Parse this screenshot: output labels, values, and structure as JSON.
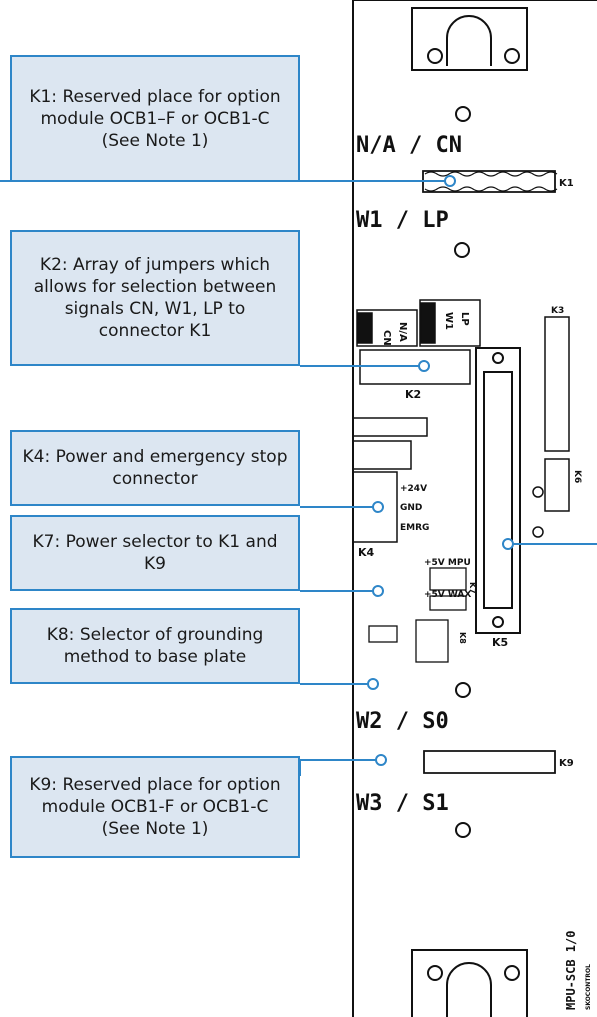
{
  "callouts": [
    {
      "id": "k1",
      "text": "K1: Reserved place for option module OCB1–F or OCB1-C (See Note 1)"
    },
    {
      "id": "k2",
      "text": "K2: Array of jumpers which allows for selection between signals CN, W1, LP to connector K1"
    },
    {
      "id": "k4",
      "text": "K4: Power and emergency stop connector"
    },
    {
      "id": "k7",
      "text": "K7: Power selector to K1 and K9"
    },
    {
      "id": "k8",
      "text": "K8: Selector of grounding method to base plate"
    },
    {
      "id": "k9",
      "text": "K9: Reserved place for option module OCB1-F or OCB1-C (See Note 1)"
    }
  ],
  "board": {
    "labels": {
      "na_cn": "N/A / CN",
      "w1_lp": "W1 / LP",
      "w2_s0": "W2 / S0",
      "w3_s1": "W3 / S1",
      "k1": "K1",
      "k2": "K2",
      "k3": "K3",
      "k4": "K4",
      "k5": "K5",
      "k6": "K6",
      "k7": "K7",
      "k8": "K8",
      "k9": "K9",
      "p24v": "+24V",
      "gnd": "GND",
      "emrg": "EMRG",
      "p5v_mpu": "+5V MPU",
      "p5v_wax": "+5V WAX",
      "jumper_cn": "CN",
      "jumper_na": "N/A",
      "jumper_w1": "W1",
      "jumper_lp": "LP",
      "board_id": "MPU-SCB 1/0",
      "brand": "SKOCONTROL"
    }
  },
  "colors": {
    "callout_fill": "#dce6f1",
    "callout_border": "#2e86c8",
    "leader": "#2e86c8",
    "ink": "#111111"
  }
}
